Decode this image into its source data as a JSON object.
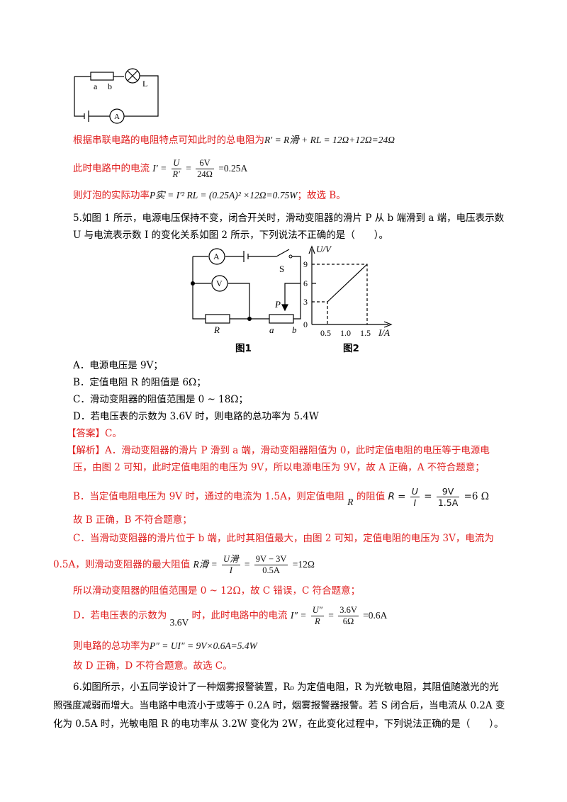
{
  "circuit1": {
    "label_a": "a",
    "label_b": "b",
    "label_L": "L",
    "label_A": "A"
  },
  "sol4": {
    "l1_text": "根据串联电路的电阻特点可知此时的总电阻为",
    "l1_math": "R′ = R滑 + RL = 12Ω+12Ω=24Ω",
    "l2_text": "此时电路中的电流",
    "l2_lhs": "I′ =",
    "l2_f1_num": "U",
    "l2_f1_den": "R′",
    "l2_eq": "=",
    "l2_f2_num": "6V",
    "l2_f2_den": "24Ω",
    "l2_rhs": "=0.25A",
    "l3_text": "则灯泡的实际功率",
    "l3_math": "P实 = I′² RL = (0.25A)² ×12Ω=0.75W",
    "l3_tail": "；故选 B。"
  },
  "q5": {
    "line1": "5.如图 1 所示，电源电压保持不变，闭合开关时，滑动变阻器的滑片 P 从 b 端滑到 a 端，电压表示数",
    "line2": "U 与电流表示数 I 的变化关系如图 2 所示，下列说法不正确的是（　　）。",
    "fig1_caption": "图1",
    "fig2_caption": "图2",
    "fig1": {
      "A": "A",
      "V": "V",
      "S": "S",
      "R": "R",
      "P": "P",
      "a": "a",
      "b": "b"
    },
    "fig2": {
      "ylabel": "U/V",
      "xlabel": "I/A",
      "origin": "0",
      "yticks": [
        "3",
        "6",
        "9"
      ],
      "xticks": [
        "0.5",
        "1.0",
        "1.5"
      ]
    },
    "optA": "A．电源电压是 9V；",
    "optB": "B．定值电阻 R 的阻值是 6Ω；",
    "optC": "C．滑动变阻器的阻值范围是 0 ~ 18Ω；",
    "optD": "D．若电压表的示数为 3.6V 时，则电路的总功率为 5.4W",
    "answer": "【答案】C。",
    "jiexi_head": "【解析】",
    "a_line1": "A．滑动变阻器的滑片 P 滑到 a 端，滑动变阻器阻值为 0，此时定值电阻的电压等于电源电",
    "a_line2": "压，由图 2 可知，此时定值电阻的电压为 9V，所以电源电压为 9V，故 A 正确，A 不符合题意；",
    "b_line1": "B．当定值电阻电压为 9V 时，通过的电流为 1.5A，则定值电阻",
    "b_R_sub": "R",
    "b_mid": "的阻值",
    "b_lhs": "R =",
    "b_f1_num": "U",
    "b_f1_den": "I",
    "b_eq": "=",
    "b_f2_num": "9V",
    "b_f2_den": "1.5A",
    "b_rhs": "=6 Ω",
    "b_line2": "故 B 正确，B 不符合题意；",
    "c_line1": "C．当滑动变阻器的滑片位于 b 端，此时其阻值最大，由图 2 可知，定值电阻的电压为 3V，电流为",
    "c_line2_text": "0.5A，则滑动变阻器的最大阻值",
    "c_lhs": "R滑 =",
    "c_f1_num": "U滑",
    "c_f1_den": "I",
    "c_eq": "=",
    "c_f2_num": "9V − 3V",
    "c_f2_den": "0.5A",
    "c_rhs": "=12Ω",
    "c_line3": "所以滑动变阻器的阻值范围是 0 ~ 12Ω，故 C 错误，C 符合题意；",
    "d_line1_text": "D．若电压表的示数为",
    "d_sub": "3.6V",
    "d_mid": "时，此时电路中的电流",
    "d_lhs": "I″ =",
    "d_f1_num": "U″",
    "d_f1_den": "R",
    "d_eq": "=",
    "d_f2_num": "3.6V",
    "d_f2_den": "6Ω",
    "d_rhs": "=0.6A",
    "d_line2_text": "则电路的总功率为",
    "d_line2_math": "P″ = UI″ = 9V×0.6A=5.4W",
    "d_line3": "故 D 正确，D 不符合题意。故选 C。"
  },
  "q6": {
    "line1": "6.如图所示，小五同学设计了一种烟雾报警装置，R₀ 为定值电阻，R 为光敏电阻，其阻值随激光的光",
    "line2": "照强度减弱而增大。当电路中电流小于或等于 0.2A 时，烟雾报警器报警。若 S 闭合后，当电流从 0.2A 变",
    "line3": "化为 0.5A 时，光敏电阻 R 的电功率从 3.2W 变化为 2W，在此变化过程中，下列说法正确的是（　　）。"
  }
}
